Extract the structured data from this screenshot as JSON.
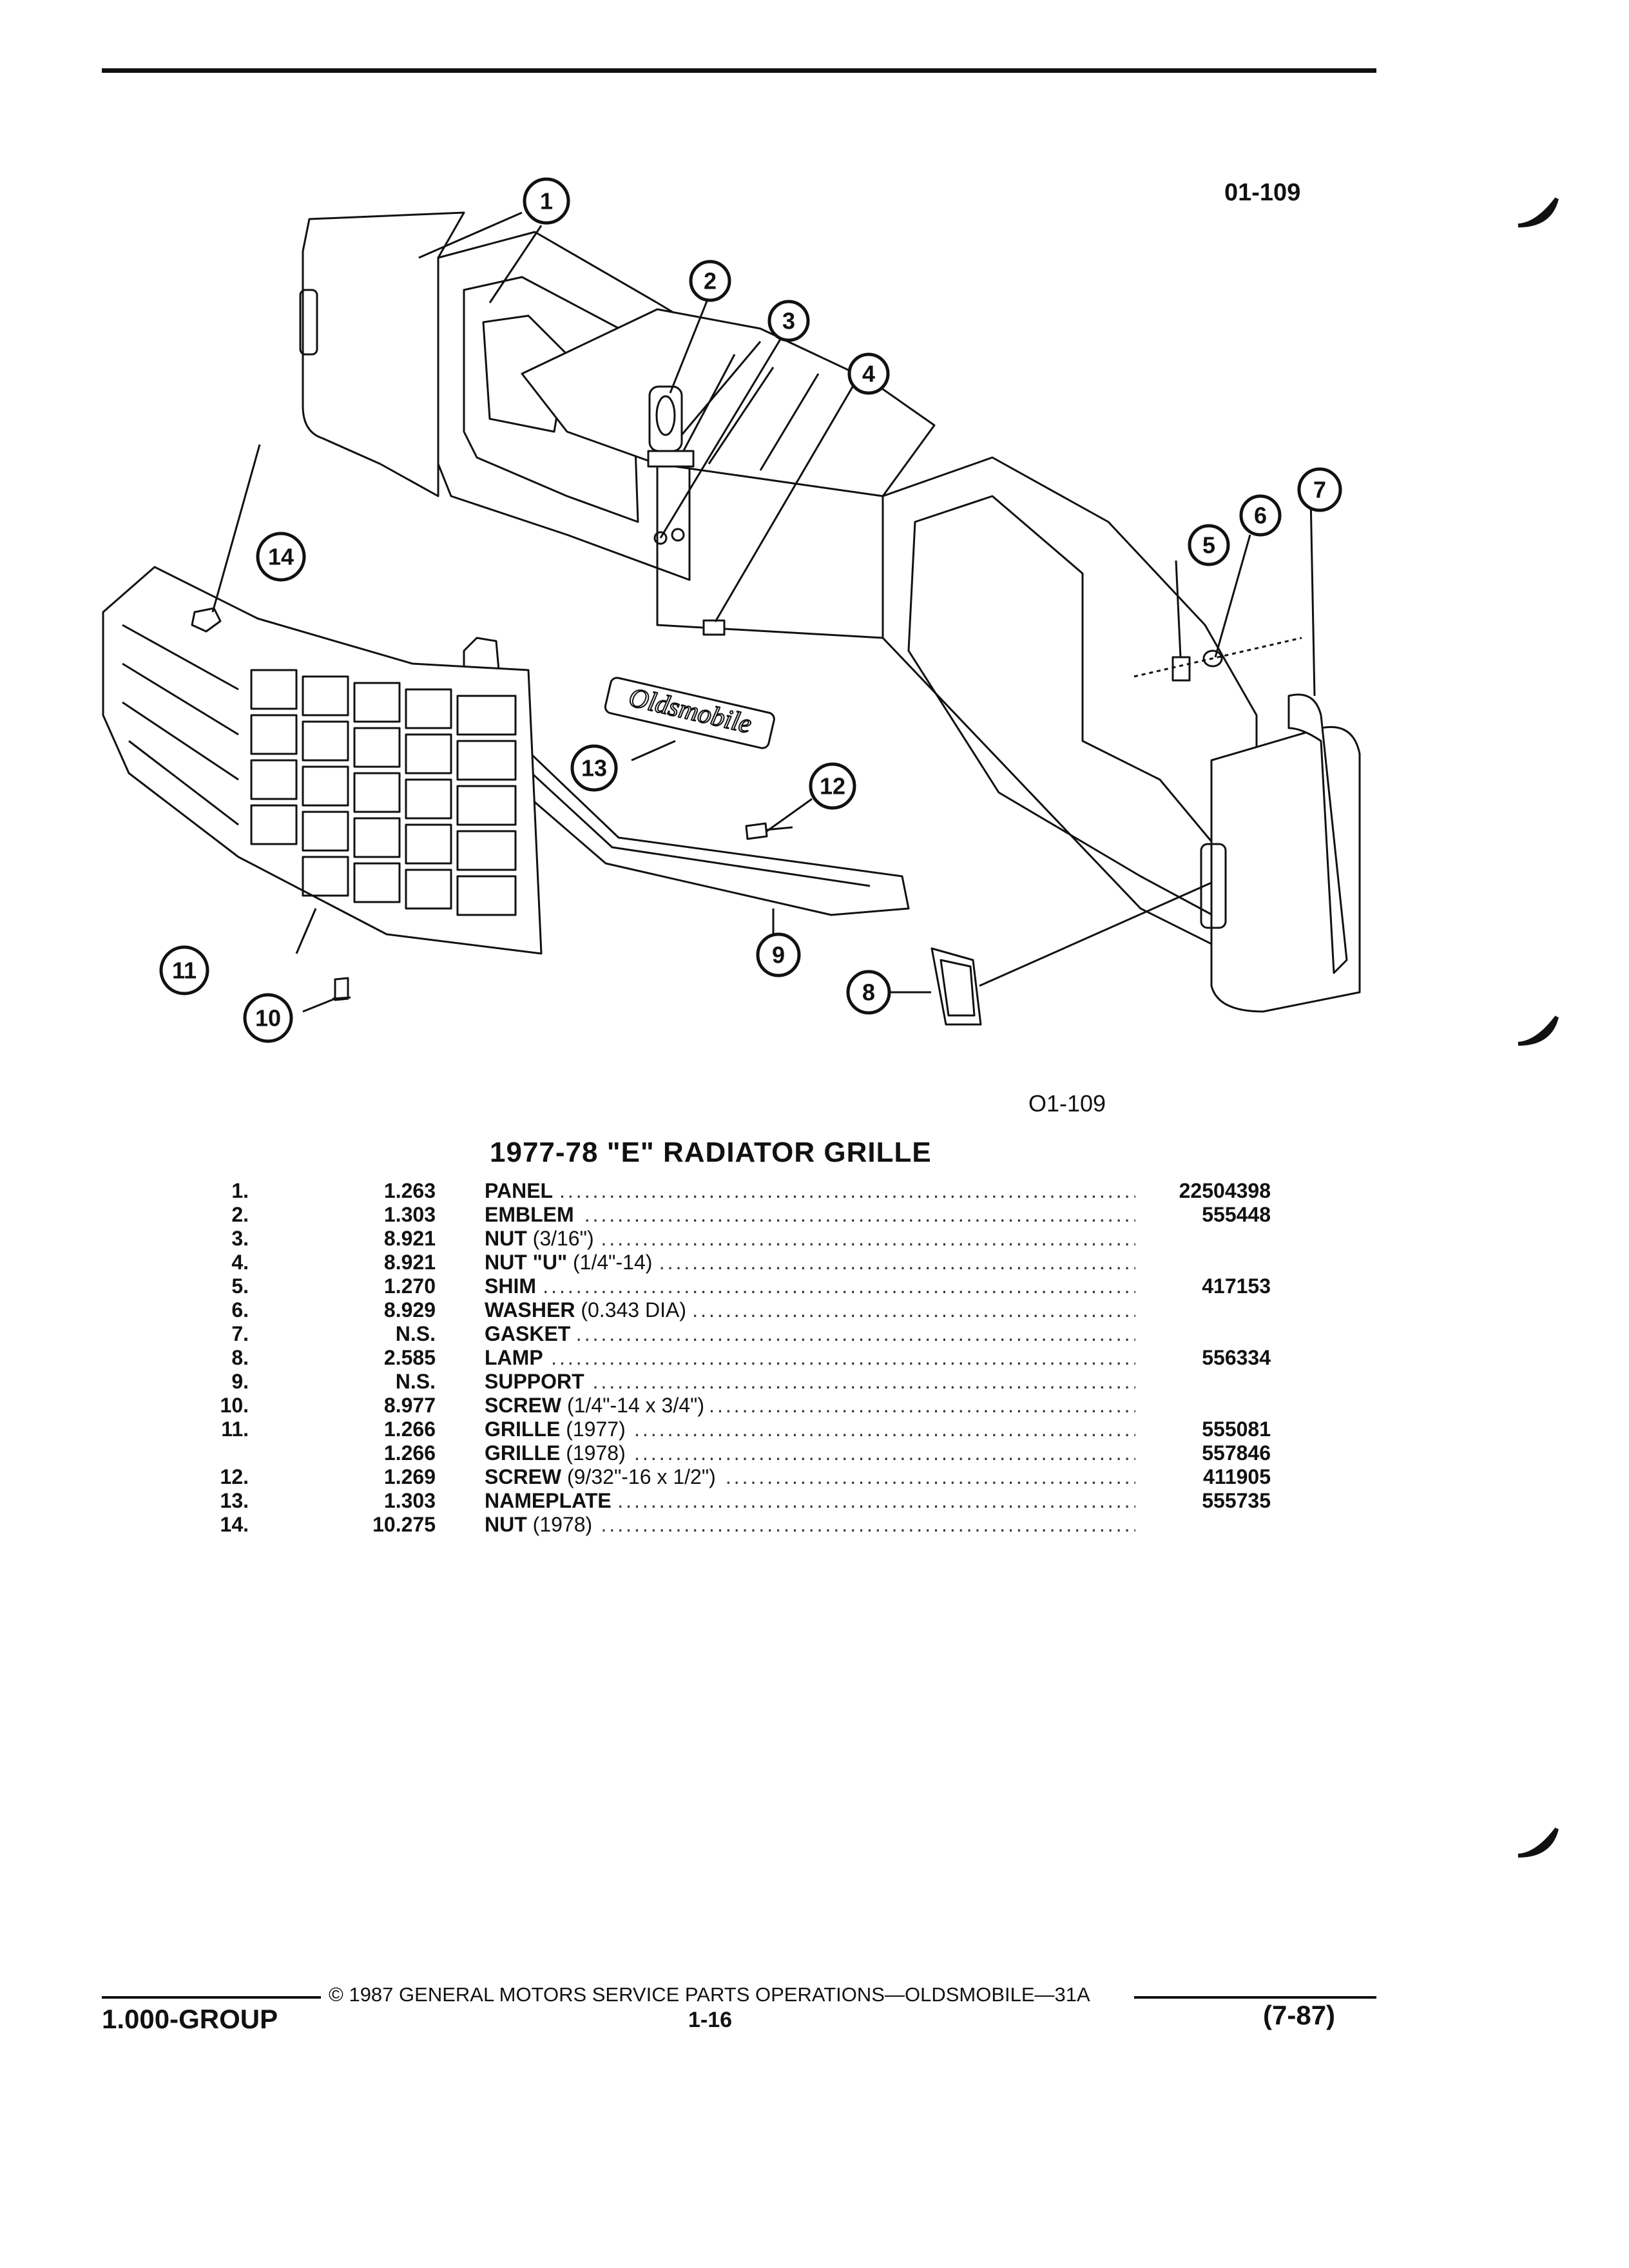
{
  "figure_code_top": "01-109",
  "figure_code_bottom": "O1-109",
  "title": "1977-78 \"E\" RADIATOR GRILLE",
  "callouts": [
    "1",
    "2",
    "3",
    "4",
    "5",
    "6",
    "7",
    "8",
    "9",
    "10",
    "11",
    "12",
    "13",
    "14"
  ],
  "emblem_text": "Oldsmobile",
  "parts": [
    {
      "num": "1.",
      "code": "1.263",
      "desc": "PANEL",
      "ext": "",
      "pn": "22504398"
    },
    {
      "num": "2.",
      "code": "1.303",
      "desc": "EMBLEM",
      "ext": "",
      "pn": "555448"
    },
    {
      "num": "3.",
      "code": "8.921",
      "desc": "NUT",
      "ext": "(3/16\")",
      "pn": ""
    },
    {
      "num": "4.",
      "code": "8.921",
      "desc": "NUT \"U\"",
      "ext": "(1/4\"-14)",
      "pn": ""
    },
    {
      "num": "5.",
      "code": "1.270",
      "desc": "SHIM",
      "ext": "",
      "pn": "417153"
    },
    {
      "num": "6.",
      "code": "8.929",
      "desc": "WASHER",
      "ext": "(0.343 DIA)",
      "pn": ""
    },
    {
      "num": "7.",
      "code": "N.S.",
      "desc": "GASKET",
      "ext": "",
      "pn": ""
    },
    {
      "num": "8.",
      "code": "2.585",
      "desc": "LAMP",
      "ext": "",
      "pn": "556334"
    },
    {
      "num": "9.",
      "code": "N.S.",
      "desc": "SUPPORT",
      "ext": "",
      "pn": ""
    },
    {
      "num": "10.",
      "code": "8.977",
      "desc": "SCREW",
      "ext": "(1/4\"-14 x 3/4\")",
      "pn": ""
    },
    {
      "num": "11.",
      "code": "1.266",
      "desc": "GRILLE",
      "ext": "(1977)",
      "pn": "555081"
    },
    {
      "num": "",
      "code": "1.266",
      "desc": "GRILLE",
      "ext": "(1978)",
      "pn": "557846"
    },
    {
      "num": "12.",
      "code": "1.269",
      "desc": "SCREW",
      "ext": "(9/32\"-16 x 1/2\")",
      "pn": "411905"
    },
    {
      "num": "13.",
      "code": "1.303",
      "desc": "NAMEPLATE",
      "ext": "",
      "pn": "555735"
    },
    {
      "num": "14.",
      "code": "10.275",
      "desc": "NUT",
      "ext": "(1978)",
      "pn": ""
    }
  ],
  "footer": {
    "copyright": "© 1987 GENERAL MOTORS SERVICE PARTS OPERATIONS—OLDSMOBILE—31A",
    "group": "1.000-GROUP",
    "page": "1-16",
    "revision": "(7-87)"
  }
}
